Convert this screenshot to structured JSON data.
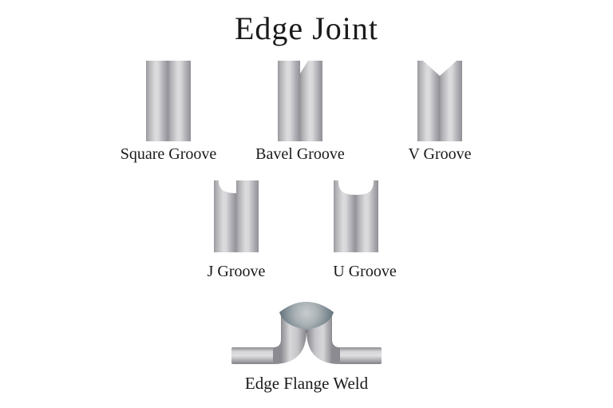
{
  "title": "Edge Joint",
  "figures": {
    "square": {
      "label": "Square Groove"
    },
    "bavel": {
      "label": "Bavel Groove"
    },
    "v": {
      "label": "V Groove"
    },
    "j": {
      "label": "J Groove"
    },
    "u": {
      "label": "U Groove"
    },
    "flange": {
      "label": "Edge Flange Weld"
    }
  },
  "colors": {
    "background": "#ffffff",
    "text": "#1a1a1a",
    "metal_edge": "#909096",
    "metal_highlight": "#e0e0e2",
    "weld_bead_edge": "#4e5e67",
    "weld_bead_highlight": "#c8ccce"
  }
}
